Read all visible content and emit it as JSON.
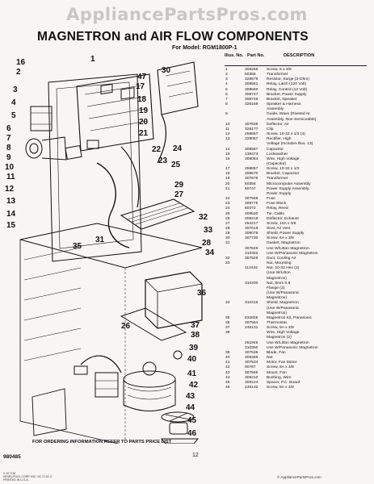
{
  "watermark": "AppliancePartsPros.com",
  "title": "MAGNETRON and AIR FLOW COMPONENTS",
  "model_line": "For Model: RGM1800P-1",
  "table": {
    "header_illus": "Illus. No.",
    "header_part": "Part No.",
    "header_desc": "DESCRIPTION",
    "rows": [
      {
        "illus": "1",
        "part": "309258",
        "desc": "Screw, 6 x 3/8"
      },
      {
        "illus": "2",
        "part": "60355",
        "desc": "Transformer"
      },
      {
        "illus": "3",
        "part": "328679",
        "desc": "Resistor, Surge (3-Ohm)"
      },
      {
        "illus": "4",
        "part": "308561",
        "desc": "Relay, Latch (120 Volt)"
      },
      {
        "illus": "5",
        "part": "308560",
        "desc": "Relay, Control (12 Volt)"
      },
      {
        "illus": "6",
        "part": "308747",
        "desc": "Bracket, Power Supply"
      },
      {
        "illus": "7",
        "part": "308745",
        "desc": "Bracket, Speaker"
      },
      {
        "illus": "8",
        "part": "328159",
        "desc": "Speaker & Harness"
      },
      {
        "illus": "",
        "part": "",
        "desc": "Assembly"
      },
      {
        "illus": "9",
        "part": "",
        "desc": "Guide, Wave (Riveted At"
      },
      {
        "illus": "",
        "part": "",
        "desc": "Assembly, Non-Serviceable)"
      },
      {
        "illus": "10",
        "part": "307635",
        "desc": "Deflector, Air"
      },
      {
        "illus": "11",
        "part": "328177",
        "desc": "Clip"
      },
      {
        "illus": "12",
        "part": "258857",
        "desc": "Screw, 10-32 x 1/2 (4)"
      },
      {
        "illus": "13",
        "part": "328057",
        "desc": "Rectifier, High"
      },
      {
        "illus": "",
        "part": "",
        "desc": "Voltage (Includes Illus. 13)"
      },
      {
        "illus": "14",
        "part": "309587",
        "desc": "Capacitor"
      },
      {
        "illus": "15",
        "part": "138473",
        "desc": "Lockwasher"
      },
      {
        "illus": "16",
        "part": "309084",
        "desc": "Wire, High Voltage"
      },
      {
        "illus": "",
        "part": "",
        "desc": "(Capacitor)"
      },
      {
        "illus": "17",
        "part": "258857",
        "desc": "Screw, 10-32 x 1/2"
      },
      {
        "illus": "18",
        "part": "308570",
        "desc": "Bracket, Capacitor"
      },
      {
        "illus": "19",
        "part": "307676",
        "desc": "Transformer"
      },
      {
        "illus": "20",
        "part": "60356",
        "desc": "Microcomputer Assembly"
      },
      {
        "illus": "21",
        "part": "60747",
        "desc": "Power Supply Assembly,"
      },
      {
        "illus": "",
        "part": "",
        "desc": "Power Supply"
      },
      {
        "illus": "22",
        "part": "307568",
        "desc": "Fuse"
      },
      {
        "illus": "23",
        "part": "308775",
        "desc": "Fuse Block"
      },
      {
        "illus": "24",
        "part": "60372",
        "desc": "Relay, Reed"
      },
      {
        "illus": "25",
        "part": "309530",
        "desc": "Tie, Cable"
      },
      {
        "illus": "26",
        "part": "308219",
        "desc": "Deflector, Exhaust"
      },
      {
        "illus": "27",
        "part": "254217",
        "desc": "Screw, 10A x 3/8"
      },
      {
        "illus": "28",
        "part": "307618",
        "desc": "Seal, Air Vent"
      },
      {
        "illus": "29",
        "part": "309078",
        "desc": "Shield, Power Supply"
      },
      {
        "illus": "30",
        "part": "307730",
        "desc": "Screw, 6A x 3/8"
      },
      {
        "illus": "31",
        "part": "",
        "desc": "Gasket, Magnetron"
      },
      {
        "illus": "",
        "part": "307849",
        "desc": "Use W/Litton Magnetron"
      },
      {
        "illus": "",
        "part": "310302",
        "desc": "Use W/Panasonic Magnetron"
      },
      {
        "illus": "32",
        "part": "307529",
        "desc": "Duct, Cooling Air"
      },
      {
        "illus": "33",
        "part": "",
        "desc": "Nut, Mounting"
      },
      {
        "illus": "",
        "part": "112432",
        "desc": "Nut, 10-32 Hex (2)"
      },
      {
        "illus": "",
        "part": "",
        "desc": "(Use W/Litton"
      },
      {
        "illus": "",
        "part": "",
        "desc": "Magnetron)"
      },
      {
        "illus": "",
        "part": "310200",
        "desc": "Nut, 5mm 0.8"
      },
      {
        "illus": "",
        "part": "",
        "desc": "Flange (2)"
      },
      {
        "illus": "",
        "part": "",
        "desc": "(Use W/Panasonic"
      },
      {
        "illus": "",
        "part": "",
        "desc": "Magnetron)"
      },
      {
        "illus": "34",
        "part": "310419",
        "desc": "Shield, Magnetron"
      },
      {
        "illus": "",
        "part": "",
        "desc": "(Use W/Panasonic"
      },
      {
        "illus": "",
        "part": "",
        "desc": "Magnetron)"
      },
      {
        "illus": "35",
        "part": "832805",
        "desc": "Magnetron Kit, Panasonic"
      },
      {
        "illus": "36",
        "part": "307564",
        "desc": "Thermostat"
      },
      {
        "illus": "37",
        "part": "246131",
        "desc": "Screw, 8A x 3/8"
      },
      {
        "illus": "38",
        "part": "",
        "desc": "Wire, High Voltage"
      },
      {
        "illus": "",
        "part": "",
        "desc": "Magnetron (2)"
      },
      {
        "illus": "",
        "part": "261945",
        "desc": "Use W/Litton Magnetron"
      },
      {
        "illus": "",
        "part": "310350",
        "desc": "Use W/Panasonic Magnetron"
      },
      {
        "illus": "39",
        "part": "307535",
        "desc": "Blade, Fan"
      },
      {
        "illus": "40",
        "part": "309486",
        "desc": "Nut"
      },
      {
        "illus": "41",
        "part": "307534",
        "desc": "Motor, Fan Motor"
      },
      {
        "illus": "42",
        "part": "90767",
        "desc": "Screw, 8A x 3/8"
      },
      {
        "illus": "43",
        "part": "307565",
        "desc": "Mount, Fan"
      },
      {
        "illus": "44",
        "part": "308410",
        "desc": "Bushing, Wire"
      },
      {
        "illus": "45",
        "part": "309124",
        "desc": "Spacer, P.C. Board"
      },
      {
        "illus": "46",
        "part": "246132",
        "desc": "Screw, 8A x 3/8"
      }
    ]
  },
  "footer": "FOR ORDERING INFORMATION REFER TO PARTS PRICE LIST",
  "page_number": "12",
  "doc_number": "980485",
  "small_print": [
    "1-10 7/18",
    "WHIRLPOOL CORP. INC. 02-72-01-2",
    "PRINTED IN U.S.A."
  ],
  "copyright": "© AppliancePartsPros.com",
  "callouts": [
    "1",
    "16",
    "2",
    "3",
    "4",
    "5",
    "6",
    "7",
    "8",
    "9",
    "10",
    "11",
    "12",
    "13",
    "14",
    "15",
    "17",
    "18",
    "19",
    "20",
    "21",
    "22",
    "23",
    "24",
    "25",
    "26",
    "27",
    "28",
    "29",
    "30",
    "31",
    "32",
    "33",
    "34",
    "35",
    "36",
    "37",
    "38",
    "39",
    "40",
    "41",
    "42",
    "43",
    "44",
    "45",
    "46",
    "47"
  ]
}
